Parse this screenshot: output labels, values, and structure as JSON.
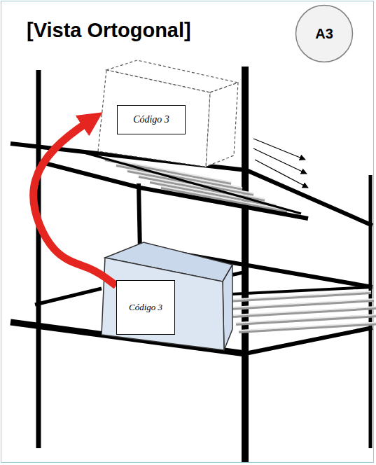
{
  "diagram": {
    "title": "[Vista Ortogonal]",
    "nodes": [
      {
        "text": [
          "A3"
        ]
      },
      {
        "text": [
          "Código 3"
        ]
      },
      {
        "text": [
          "Código 3"
        ]
      }
    ],
    "edges": [
      {
        "from": 2,
        "to": 1,
        "arrow": "to"
      }
    ]
  }
}
